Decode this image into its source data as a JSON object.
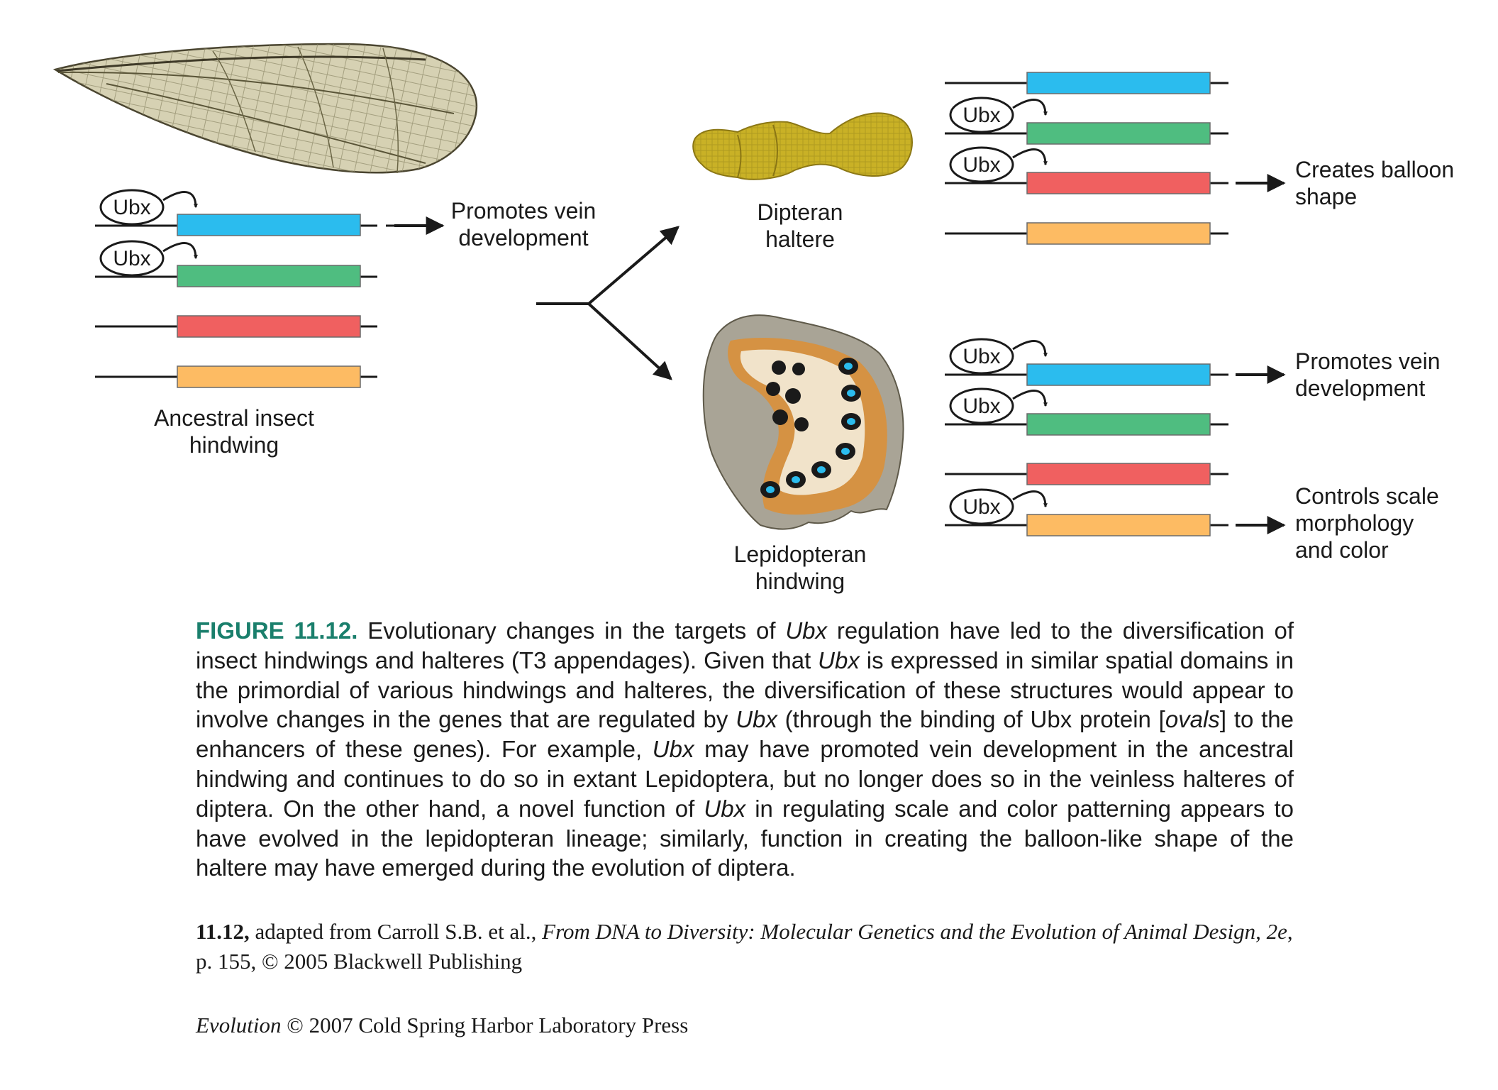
{
  "colors": {
    "blue": "#2bbcee",
    "green": "#4fbd80",
    "red": "#f06060",
    "orange": "#fdbb63",
    "caption_accent": "#1a7f6c"
  },
  "ubx_label": "Ubx",
  "ancestral": {
    "effect_line1": "Promotes vein",
    "effect_line2": "development",
    "name_line1": "Ancestral insect",
    "name_line2": "hindwing"
  },
  "dipteran": {
    "name_line1": "Dipteran",
    "name_line2": "haltere",
    "effect_line1": "Creates balloon",
    "effect_line2": "shape"
  },
  "lepidopteran": {
    "name_line1": "Lepidopteran",
    "name_line2": "hindwing",
    "effect1_line1": "Promotes vein",
    "effect1_line2": "development",
    "effect2_line1": "Controls scale",
    "effect2_line2": "morphology",
    "effect2_line3": "and color"
  },
  "caption": {
    "figure_label": "FIGURE 11.12.",
    "s1": " Evolutionary changes in the targets of ",
    "ubx_i1": "Ubx",
    "s2": " regulation have led to the diversification of insect hindwings and halteres (T3 appendages). Given that ",
    "ubx_i2": "Ubx",
    "s3": " is expressed in similar spatial domains in the primordial of various hindwings and halteres, the diversification of these structures would appear to involve changes in the genes that are regulated by ",
    "ubx_i3": "Ubx",
    "s4": " (through the binding of Ubx protein [",
    "ovals_i": "ovals",
    "s5": "] to the enhancers of these genes). For example, ",
    "ubx_i4": "Ubx",
    "s6": " may have promoted vein development in the ancestral hindwing and continues to do so in extant Lepidoptera, but no longer does so in the veinless halteres of diptera. On the other hand, a novel function of ",
    "ubx_i5": "Ubx",
    "s7": " in regulating scale and color patterning appears to have evolved in the lepidopteran lineage; similarly, function in creating the balloon-like shape of the haltere may have emerged during the evolution of diptera."
  },
  "credit": {
    "ref": "11.12,",
    "t1": " adapted from Carroll S.B. et al., ",
    "book_i": "From DNA to Diversity: Molecular Genetics and the Evolution of Animal Design, 2e",
    "t2": ", p. 155, © 2005 Blackwell Publishing"
  },
  "copyright": {
    "book_i": "Evolution",
    "t1": " © 2007 Cold Spring Harbor Laboratory Press"
  }
}
